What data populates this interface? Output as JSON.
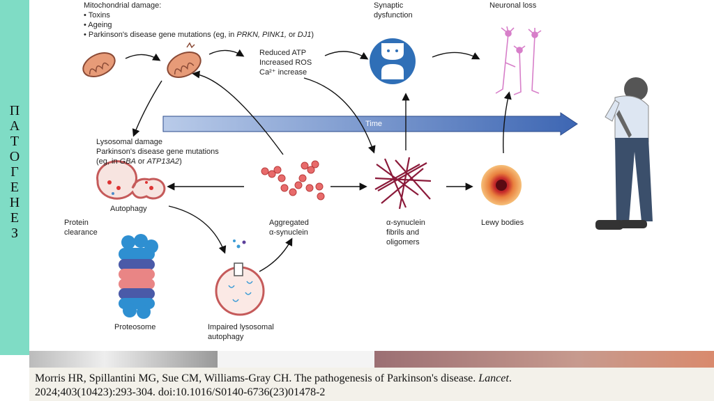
{
  "slide": {
    "vertical_title": [
      "П",
      "А",
      "Т",
      "О",
      "Г",
      "Е",
      "Н",
      "Е",
      "З"
    ]
  },
  "labels": {
    "mito_title": "Mitochondrial damage:",
    "mito_1": "• Toxins",
    "mito_2": "• Ageing",
    "mito_3_prefix": "• Parkinson's disease gene mutations (eg, in ",
    "mito_3_genes": "PRKN, PINK1,",
    "mito_3_or": " or ",
    "mito_3_dj1": "DJ1",
    "mito_3_suffix": ")",
    "atp_1": "Reduced ATP",
    "atp_2": "Increased ROS",
    "atp_3": "Ca²⁺ increase",
    "synaptic_1": "Synaptic",
    "synaptic_2": "dysfunction",
    "neuronal": "Neuronal loss",
    "time": "Time",
    "lyso_1": "Lysosomal damage",
    "lyso_2": "Parkinson's disease gene mutations",
    "lyso_3_prefix": "(eg, in ",
    "lyso_3_gba": "GBA",
    "lyso_3_or": " or ",
    "lyso_3_atp": "ATP13A2",
    "lyso_3_suffix": ")",
    "autophagy": "Autophagy",
    "protein_1": "Protein",
    "protein_2": "clearance",
    "agg_1": "Aggregated",
    "agg_2": "α-synuclein",
    "fib_1": "α-synuclein",
    "fib_2": "fibrils and",
    "fib_3": "oligomers",
    "lewy": "Lewy bodies",
    "proteosome": "Proteosome",
    "impaired_1": "Impaired lysosomal",
    "impaired_2": "autophagy"
  },
  "citation": {
    "text_1": "Morris HR, Spillantini MG, Sue CM, Williams-Gray CH. The pathogenesis of Parkinson's disease. ",
    "journal": "Lancet",
    "text_2": ".",
    "line_2": "2024;403(10423):293-304. doi:10.1016/S0140-6736(23)01478-2"
  },
  "colors": {
    "sidebar": "#7fdcc5",
    "time_arrow": "#5a7fc4",
    "synapse": "#2f6fb7",
    "neuron": "#d77fc9",
    "protein_red": "#e05a5a",
    "fibril": "#8b1a3a"
  }
}
